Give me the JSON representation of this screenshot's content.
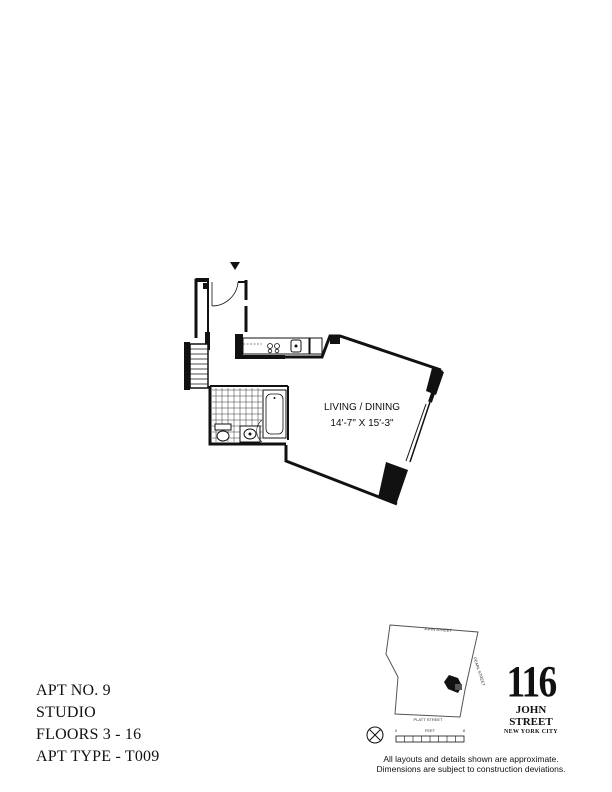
{
  "plan": {
    "room_name": "LIVING / DINING",
    "room_dims": "14'-7\" X 15'-3\""
  },
  "apartment": {
    "number": "APT NO. 9",
    "type_name": "STUDIO",
    "floors": "FLOORS 3 - 16",
    "apt_type": "APT TYPE - T009"
  },
  "site_plan": {
    "street_top": "JOHN STREET",
    "street_bottom": "PLATT STREET",
    "street_right": "PEARL STREET",
    "scale_label": "FEET",
    "scale_start": "0",
    "scale_end": "8"
  },
  "brand": {
    "number": "116",
    "line1": "JOHN",
    "line2": "STREET",
    "line3": "NEW YORK CITY"
  },
  "disclaimer": {
    "line1": "All layouts and details shown are approximate.",
    "line2": "Dimensions are subject to construction deviations."
  }
}
